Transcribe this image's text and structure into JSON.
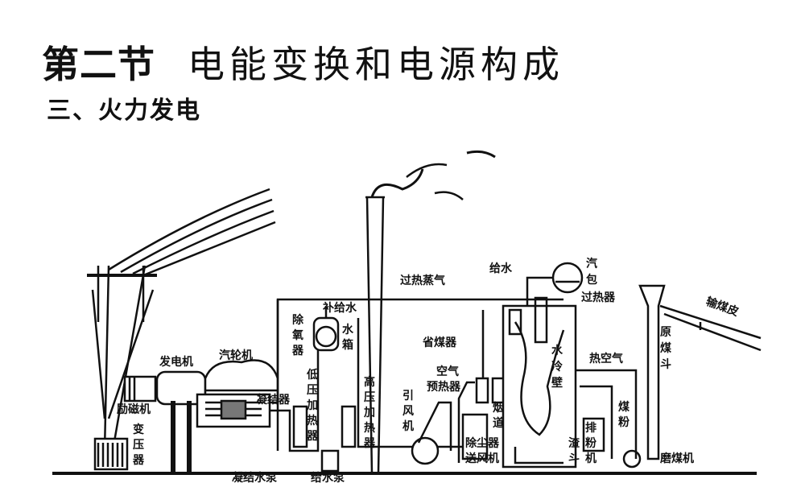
{
  "header": {
    "section": "第二节",
    "title": "电能变换和电源构成",
    "subtitle": "三、火力发电"
  },
  "labels": {
    "superheated_steam": "过热蒸气",
    "feed_water_top": "给水",
    "drum_1": "汽",
    "drum_2": "包",
    "superheater": "过热器",
    "conveyor": "输煤皮",
    "raw_coal_1": "原",
    "raw_coal_2": "煤",
    "raw_coal_3": "斗",
    "makeup_water": "补给水",
    "deaerator_1": "除",
    "deaerator_2": "氧",
    "deaerator_3": "器",
    "tank_1": "水",
    "tank_2": "箱",
    "economizer": "省煤器",
    "water_wall_1": "水",
    "water_wall_2": "冷",
    "water_wall_3": "壁",
    "hot_air": "热空气",
    "generator": "发电机",
    "turbine": "汽轮机",
    "air_preheater_1": "空气",
    "air_preheater_2": "预热器",
    "lp_heater_1": "低",
    "lp_heater_2": "压",
    "lp_heater_3": "加",
    "lp_heater_4": "热",
    "lp_heater_5": "器",
    "hp_heater_1": "高",
    "hp_heater_2": "压",
    "hp_heater_3": "加",
    "hp_heater_4": "热",
    "hp_heater_5": "器",
    "id_fan_1": "引",
    "id_fan_2": "风",
    "id_fan_3": "机",
    "flue_1": "烟",
    "flue_2": "道",
    "coal_powder_1": "煤",
    "coal_powder_2": "粉",
    "exciter": "励磁机",
    "condenser": "凝结器",
    "transformer_1": "变",
    "transformer_2": "压",
    "transformer_3": "器",
    "dust_remover": "除尘器",
    "fd_fan": "送风机",
    "powder_hopper_1": "排",
    "powder_hopper_2": "粉",
    "slag_hopper_1": "渣",
    "slag_hopper_2": "斗",
    "powder_hopper_3": "机",
    "coal_mill": "磨煤机",
    "condensate_pump": "凝结水泵",
    "feed_pump": "给水泵"
  }
}
